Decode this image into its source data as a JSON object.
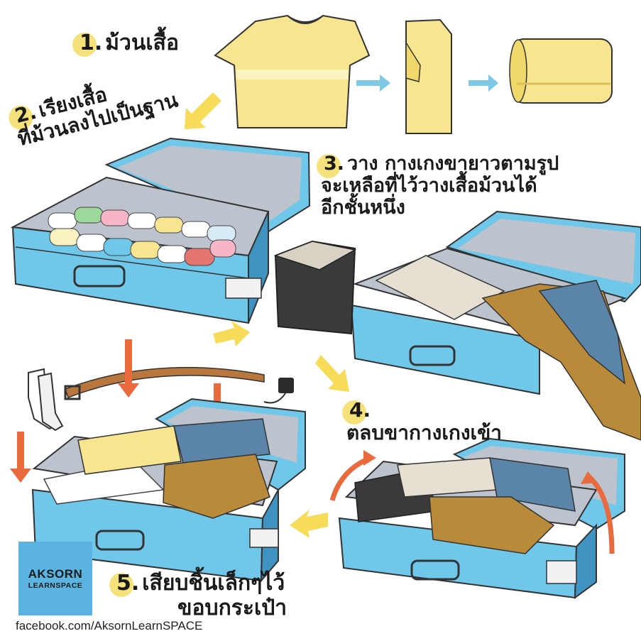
{
  "steps": [
    {
      "number": "1.",
      "line1": "ม้วนเสื้อ"
    },
    {
      "number": "2.",
      "line1": "เรียงเสื้อ",
      "line2": "ที่ม้วนลงไปเป็นฐาน"
    },
    {
      "number": "3.",
      "line1": "วาง กางเกงขายาวตามรูป",
      "line2": "จะเหลือที่ไว้วางเสื้อม้วนได้",
      "line3": "อีกชั้นหนึ่ง"
    },
    {
      "number": "4.",
      "line1": "ตลบขากางเกงเข้า"
    },
    {
      "number": "5.",
      "line1": "เสียบชิ้นเล็กๆไว้",
      "line2": "ขอบกระเป๋า"
    }
  ],
  "brand": {
    "line1": "AKSORN",
    "line2": "LEARNSPACE"
  },
  "footer": "facebook.com/AksornLearnSPACE",
  "colors": {
    "suitcase": "#6fc7ea",
    "suitcase_dark": "#3f93c0",
    "lining": "#bcc3cc",
    "shirt": "#f7e58f",
    "arrow_yellow": "#f6dc58",
    "arrow_blue": "#7ec8e8",
    "arrow_orange": "#e96a3c",
    "brand_bg": "#5ab3e1"
  }
}
